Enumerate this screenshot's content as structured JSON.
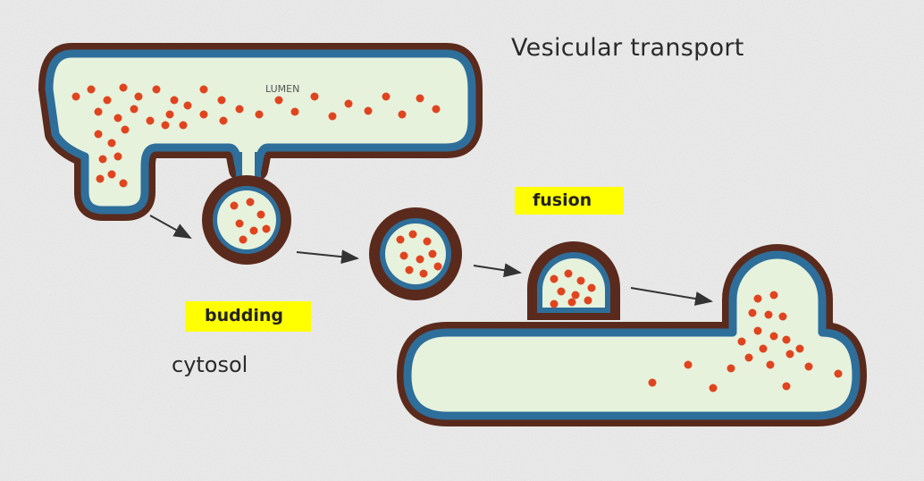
{
  "diagram": {
    "title": "Vesicular transport",
    "labels": {
      "lumen": "LUMEN",
      "budding": "budding",
      "fusion": "fusion",
      "cytosol": "cytosol"
    },
    "colors": {
      "background": "#efefef",
      "outer_membrane": "#5a2a1c",
      "inner_membrane": "#2e6e9a",
      "lumen_fill": "#e6f2dc",
      "cargo": "#e0441f",
      "highlight": "#ffff00"
    }
  }
}
